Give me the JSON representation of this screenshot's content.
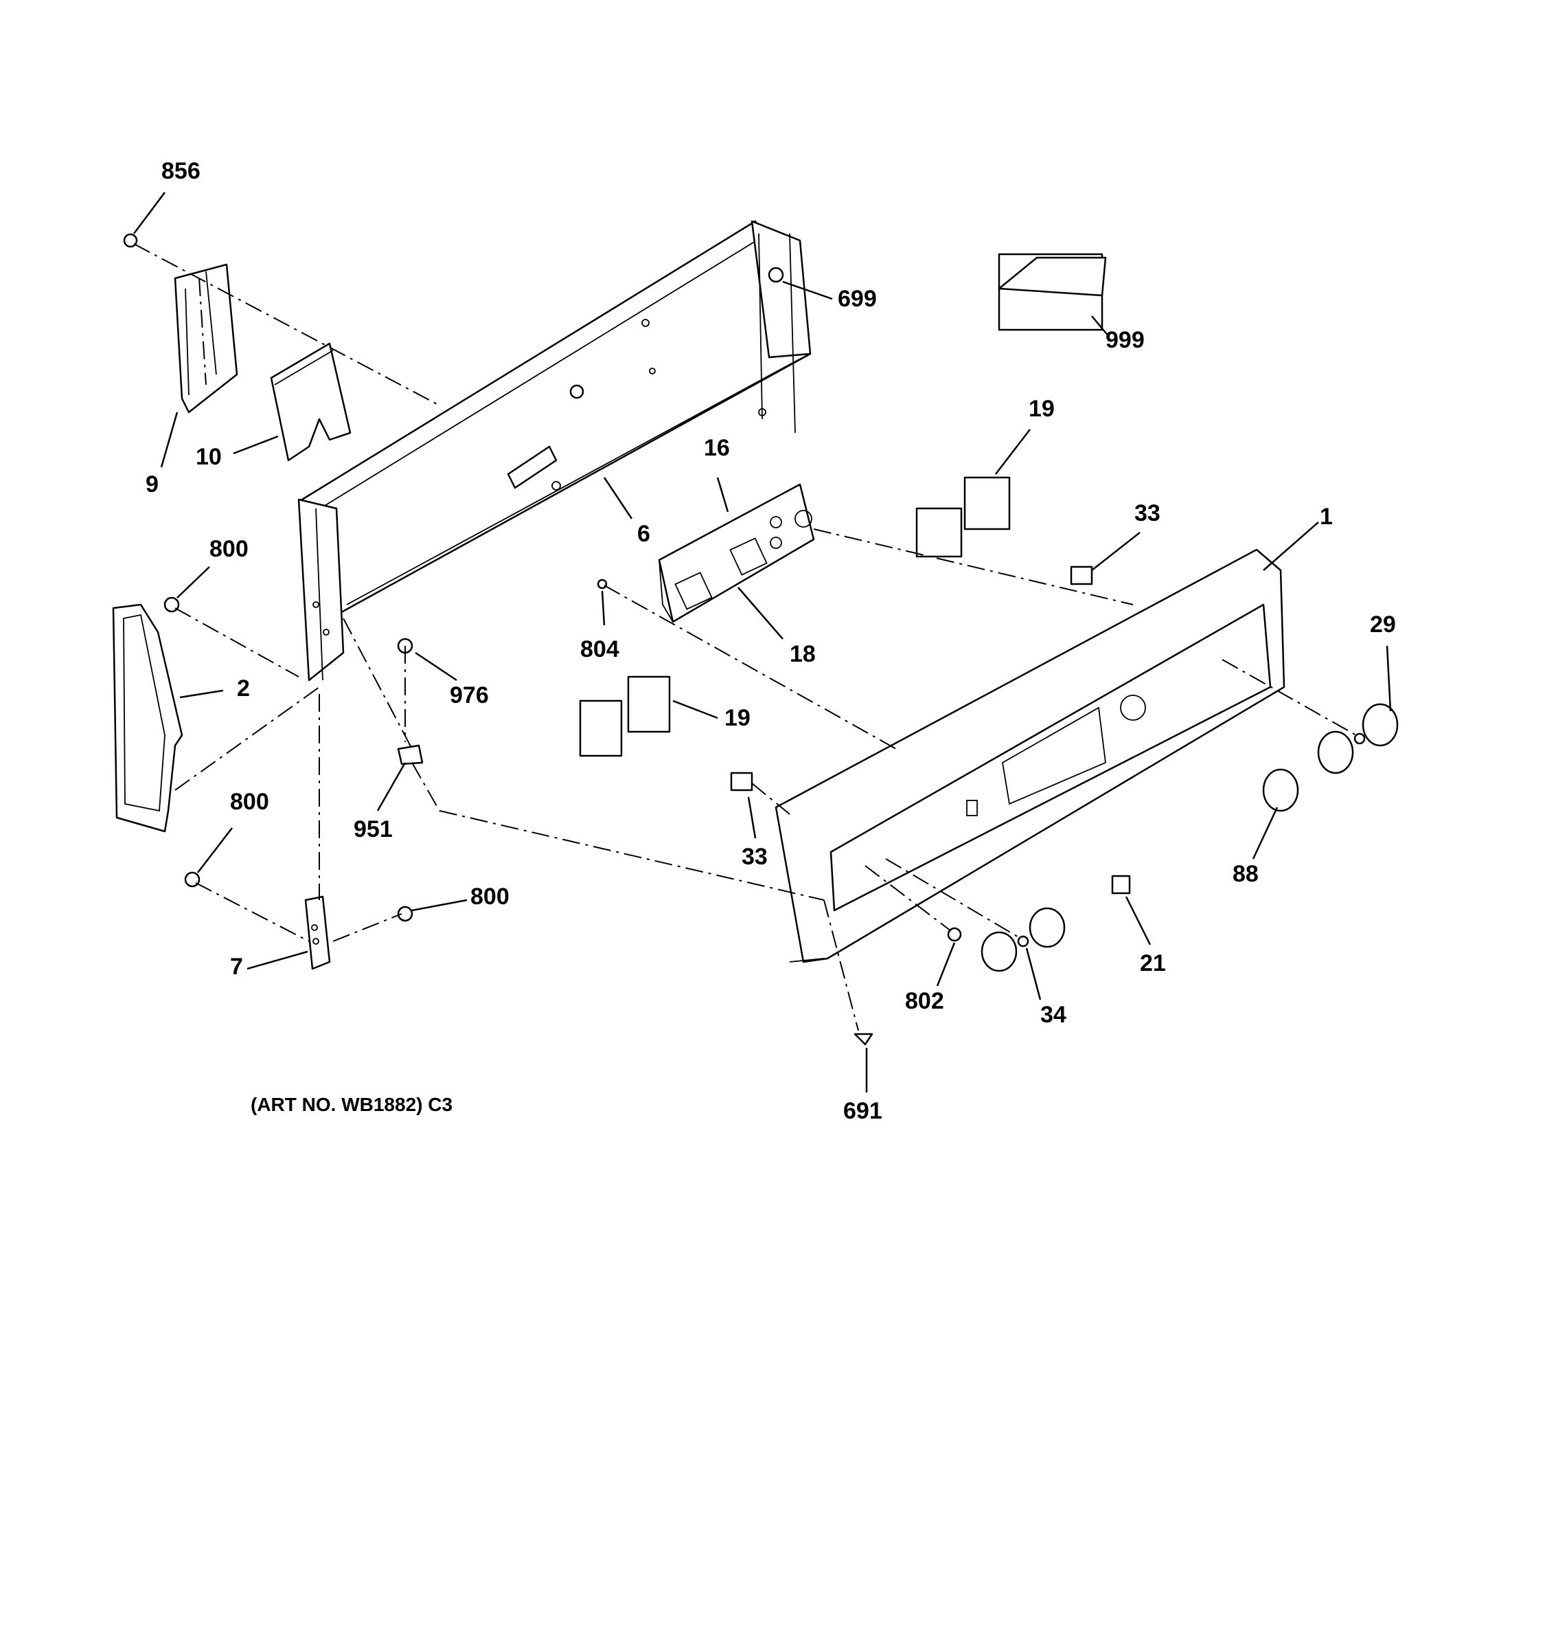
{
  "diagram": {
    "caption": "(ART NO. WB1882) C3",
    "callouts": {
      "p856": "856",
      "p699": "699",
      "p999": "999",
      "p9": "9",
      "p10": "10",
      "p16": "16",
      "p19a": "19",
      "p33a": "33",
      "p1": "1",
      "p6": "6",
      "p800a": "800",
      "p804": "804",
      "p18": "18",
      "p29": "29",
      "p2": "2",
      "p976": "976",
      "p19b": "19",
      "p951": "951",
      "p800b": "800",
      "p33b": "33",
      "p88": "88",
      "p800c": "800",
      "p7": "7",
      "p802": "802",
      "p34": "34",
      "p21": "21",
      "p691": "691"
    }
  }
}
